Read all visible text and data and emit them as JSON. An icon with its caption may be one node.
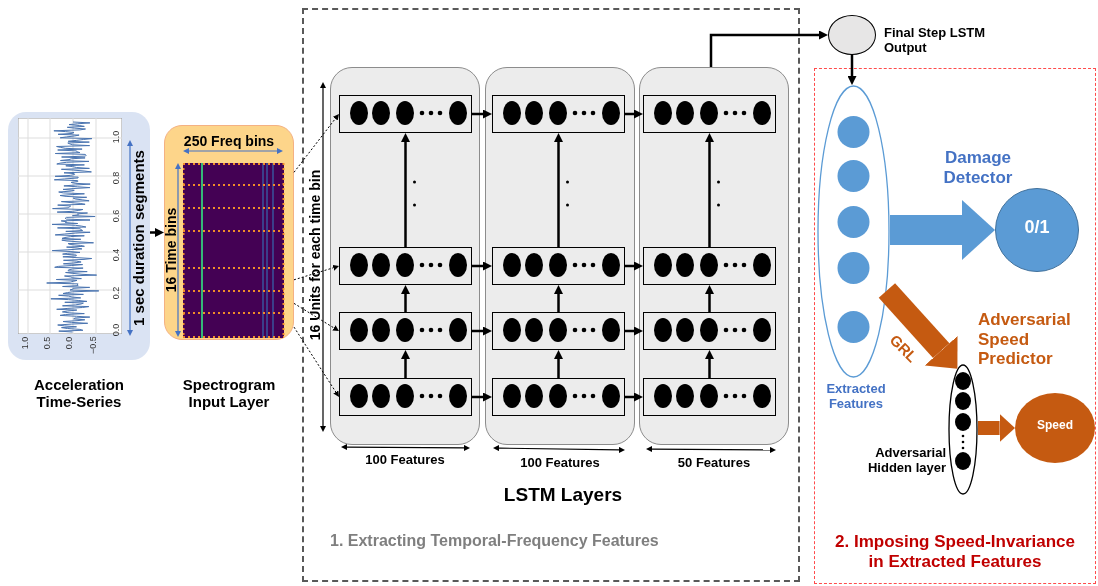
{
  "diagram": {
    "nodes": [
      {
        "text": [
          "Acceleration Time-Series"
        ]
      },
      {
        "text": [
          "Spectrogram Input Layer"
        ]
      },
      {
        "text": [
          "1. Extracting Temporal-Frequency Features"
        ]
      },
      {
        "text": [],
        "shape": "box",
        "in": 2,
        "beside": [
          "100 Features"
        ]
      },
      {
        "text": [],
        "shape": "box",
        "in": 3
      },
      {
        "text": [],
        "shape": "box",
        "in": 3
      },
      {
        "text": [],
        "shape": "box",
        "in": 3
      },
      {
        "text": [],
        "shape": "box",
        "in": 3
      },
      {
        "text": [],
        "shape": "box",
        "in": 2,
        "beside": [
          "100 Features"
        ]
      },
      {
        "text": [],
        "shape": "box",
        "in": 8
      },
      {
        "text": [],
        "shape": "box",
        "in": 8
      },
      {
        "text": [],
        "shape": "box",
        "in": 8
      },
      {
        "text": [],
        "shape": "box",
        "in": 8
      },
      {
        "text": [],
        "shape": "box",
        "in": 2,
        "beside": [
          "50 Features"
        ]
      },
      {
        "text": [],
        "shape": "box",
        "in": 13
      },
      {
        "text": [],
        "shape": "box",
        "in": 13
      },
      {
        "text": [],
        "shape": "box",
        "in": 13
      },
      {
        "text": [],
        "shape": "box",
        "in": 13
      },
      {
        "text": [],
        "shape": "circle",
        "beside": [
          "Final Step LSTM Output"
        ]
      },
      {
        "text": [
          "2. Imposing Speed-Invariance in Extracted Features"
        ]
      },
      {
        "text": [],
        "shape": "ellipse",
        "in": 19,
        "beside": [
          "Extracted Features"
        ]
      },
      {
        "text": [
          "0/1"
        ],
        "in": 19
      },
      {
        "text": [],
        "shape": "ellipse",
        "in": 19,
        "beside": [
          "Adversarial Hidden layer"
        ]
      },
      {
        "text": [
          "Speed"
        ],
        "in": 19
      }
    ],
    "edges": [
      {
        "from": 0,
        "to": 1,
        "arrow": "to"
      },
      {
        "from": 1,
        "to": 4,
        "arrow": "to",
        "style": "dashed"
      },
      {
        "from": 1,
        "to": 5,
        "arrow": "to",
        "style": "dashed"
      },
      {
        "from": 1,
        "to": 6,
        "arrow": "to",
        "style": "dashed"
      },
      {
        "from": 1,
        "to": 7,
        "arrow": "to",
        "style": "dashed"
      },
      {
        "from": 7,
        "to": 6,
        "arrow": "to"
      },
      {
        "from": 6,
        "to": 5,
        "arrow": "to"
      },
      {
        "from": 5,
        "to": 4,
        "arrow": "to"
      },
      {
        "from": 12,
        "to": 11,
        "arrow": "to"
      },
      {
        "from": 11,
        "to": 10,
        "arrow": "to"
      },
      {
        "from": 10,
        "to": 9,
        "arrow": "to"
      },
      {
        "from": 17,
        "to": 16,
        "arrow": "to"
      },
      {
        "from": 16,
        "to": 15,
        "arrow": "to"
      },
      {
        "from": 15,
        "to": 14,
        "arrow": "to"
      },
      {
        "from": 4,
        "to": 9,
        "arrow": "to"
      },
      {
        "from": 9,
        "to": 14,
        "arrow": "to"
      },
      {
        "from": 5,
        "to": 10,
        "arrow": "to"
      },
      {
        "from": 10,
        "to": 15,
        "arrow": "to"
      },
      {
        "from": 6,
        "to": 11,
        "arrow": "to"
      },
      {
        "from": 11,
        "to": 16,
        "arrow": "to"
      },
      {
        "from": 7,
        "to": 12,
        "arrow": "to"
      },
      {
        "from": 12,
        "to": 17,
        "arrow": "to"
      },
      {
        "from": 13,
        "to": 18,
        "arrow": "to"
      },
      {
        "from": 18,
        "to": 20,
        "arrow": "to"
      },
      {
        "from": 20,
        "to": 21,
        "arrow": "to",
        "label": "Damage Detector",
        "style": "thick",
        "color": "#5b9bd5"
      },
      {
        "from": 20,
        "to": 22,
        "arrow": "to",
        "label": "GRL",
        "style": "thick",
        "color": "#c55a11"
      },
      {
        "from": 22,
        "to": 23,
        "arrow": "to",
        "style": "thick",
        "color": "#c55a11"
      }
    ],
    "labels": [
      "1.0",
      "0.8",
      "0.6",
      "0.4",
      "0.2",
      "0.0",
      "1.0",
      "0.5",
      "0.0",
      "−0.5",
      "1 sec duration segments",
      "250 Freq bins",
      "16 Time bins",
      "16 Units for each time bin",
      "LSTM Layers",
      "Adversarial Speed Predictor"
    ]
  }
}
